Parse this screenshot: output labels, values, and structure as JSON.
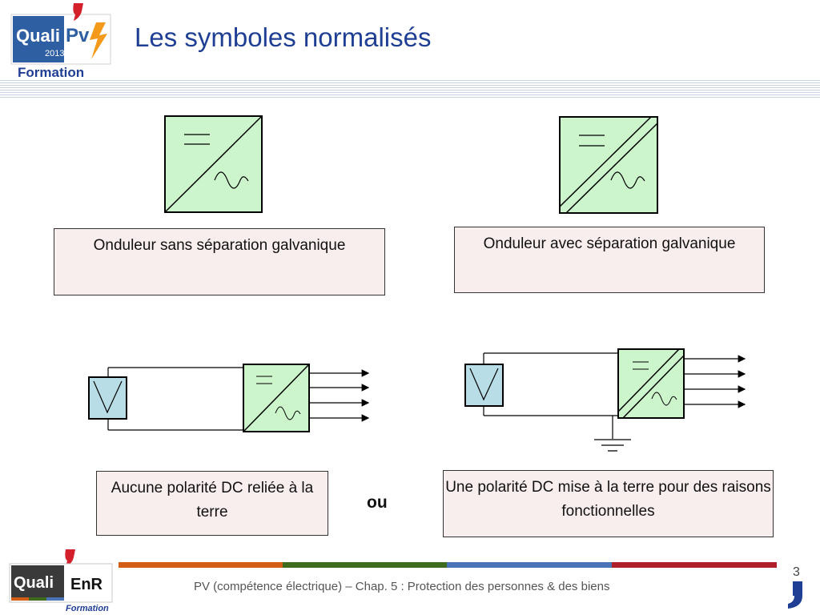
{
  "header": {
    "title": "Les symboles normalisés",
    "logo_text_quali": "Quali",
    "logo_text_pv": "Pv",
    "logo_year": "2013",
    "logo_formation": "Formation"
  },
  "captions": {
    "inverter_no_separation": "Onduleur sans séparation galvanique",
    "inverter_with_separation": "Onduleur avec séparation galvanique",
    "no_dc_polarity_grounded": "Aucune polarité DC reliée à la terre",
    "one_dc_polarity_grounded": "Une polarité DC mise à la terre pour des raisons fonctionnelles"
  },
  "connector": "ou",
  "footer": {
    "text": "PV (compétence électrique) – Chap. 5 : Protection des personnes & des biens",
    "page_number": "3",
    "logo_text_quali": "Quali",
    "logo_text_enr": "EnR",
    "logo_formation": "Formation"
  },
  "colors": {
    "title_blue": "#1f3f95",
    "inverter_fill": "#ccf5cc",
    "panel_fill": "#b8dde6",
    "caption_fill": "#f9eeee",
    "footer_bar": [
      "#d45d16",
      "#3f6b1f",
      "#4b74b8",
      "#b0202a"
    ]
  }
}
